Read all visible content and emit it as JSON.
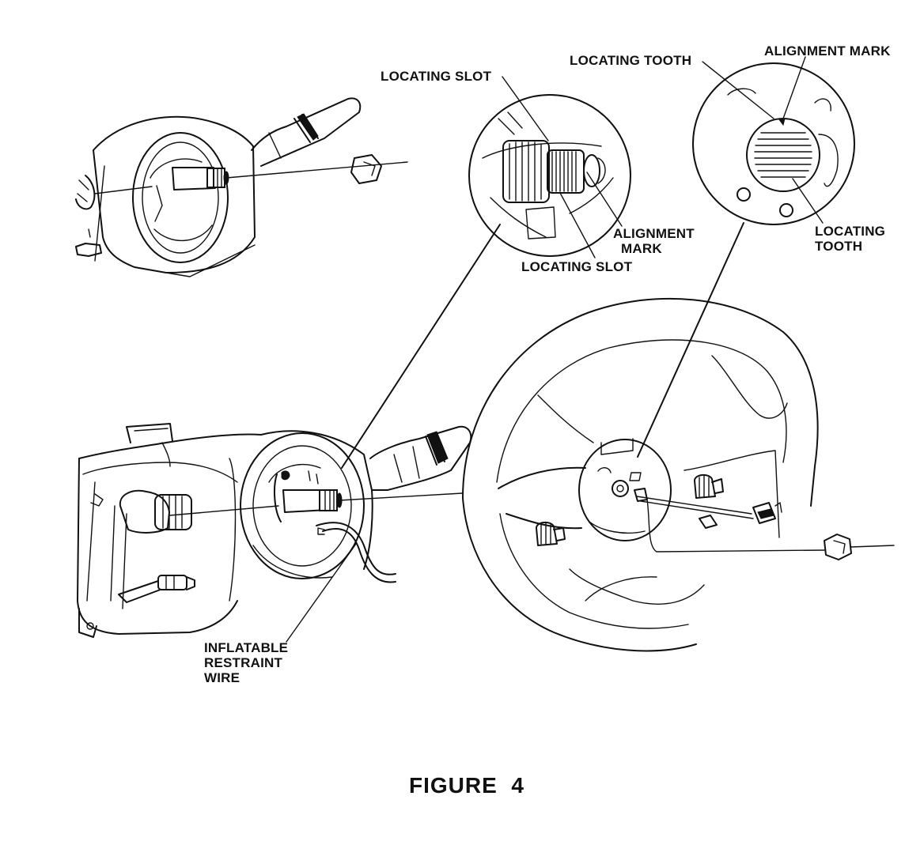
{
  "labels": {
    "locating_slot_top": "LOCATING SLOT",
    "locating_tooth_top": "LOCATING TOOTH",
    "alignment_mark_top": "ALIGNMENT MARK",
    "alignment_mark_mid_1": "ALIGNMENT",
    "alignment_mark_mid_2": "MARK",
    "locating_slot_bottom": "LOCATING SLOT",
    "locating_tooth_right_1": "LOCATING",
    "locating_tooth_right_2": "TOOTH",
    "inflatable_1": "INFLATABLE",
    "inflatable_2": "RESTRAINT",
    "inflatable_3": "WIRE"
  },
  "caption": "FIGURE  4"
}
